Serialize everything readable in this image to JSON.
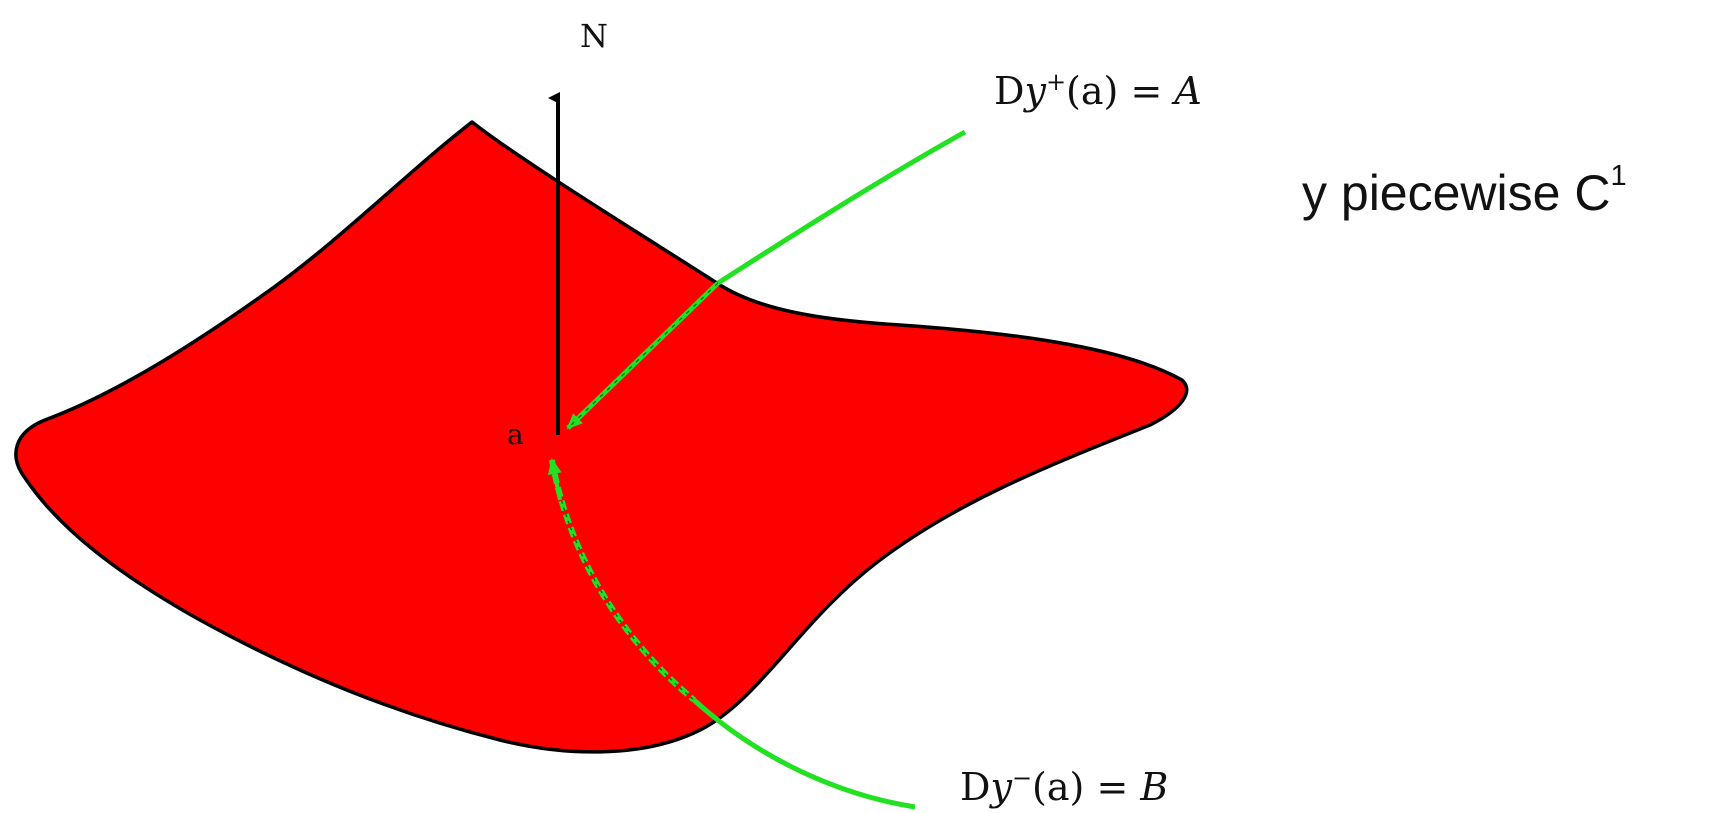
{
  "diagram": {
    "normal_label": "N",
    "point_label": "a",
    "upper_label": {
      "prefix": "D",
      "var": "y",
      "sup": "+",
      "arg": "(a)",
      "rhs": "A"
    },
    "lower_label": {
      "prefix": "D",
      "var": "y",
      "sup": "−",
      "arg": "(a)",
      "rhs": "B"
    }
  },
  "caption": {
    "text": "y piecewise C",
    "sup": "1"
  },
  "colors": {
    "surface": "#ff0000",
    "curve": "#22e022",
    "outline": "#000000"
  }
}
